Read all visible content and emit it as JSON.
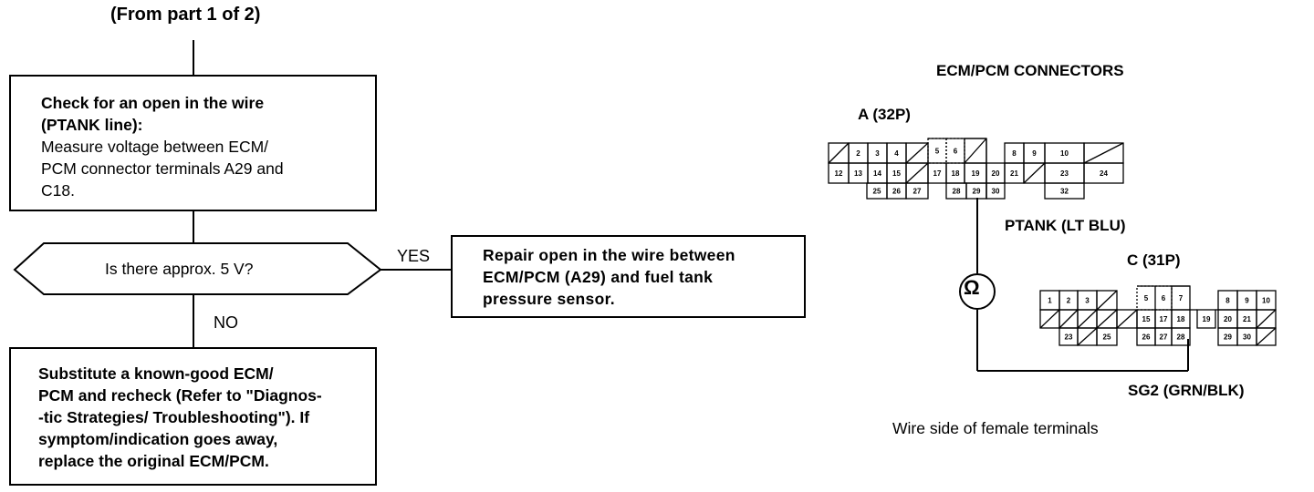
{
  "flowchart": {
    "from_label": "(From part 1 of 2)",
    "check_box": {
      "lines": [
        "Check for an open in the wire",
        "(PTANK line):",
        "Measure voltage between ECM/",
        "PCM connector terminals A29 and",
        "C18."
      ]
    },
    "decision": {
      "question": "Is there approx. 5 V?",
      "yes_label": "YES",
      "no_label": "NO"
    },
    "repair_box": {
      "lines": [
        "Repair open in the wire between",
        "ECM/PCM (A29) and fuel tank",
        "pressure sensor."
      ]
    },
    "substitute_box": {
      "lines": [
        "Substitute a known-good ECM/",
        "PCM and recheck (Refer to \"Diagnos-",
        "-tic Strategies/ Troubleshooting\"). If",
        "symptom/indication goes away,",
        "replace the original ECM/PCM."
      ]
    }
  },
  "connectors": {
    "title": "ECM/PCM CONNECTORS",
    "connector_a_label": "A (32P)",
    "connector_c_label": "C (31P)",
    "ptank_label": "PTANK (LT BLU)",
    "sg2_label": "SG2 (GRN/BLK)",
    "meter_symbol": "Ω",
    "footer": "Wire side of female terminals",
    "connector_a_pins": [
      "2",
      "3",
      "4",
      "5",
      "6",
      "8",
      "9",
      "10",
      "12",
      "13",
      "14",
      "15",
      "17",
      "18",
      "19",
      "20",
      "21",
      "23",
      "24",
      "25",
      "26",
      "27",
      "28",
      "29",
      "30",
      "32"
    ],
    "connector_c_pins": [
      "1",
      "2",
      "3",
      "5",
      "6",
      "7",
      "8",
      "9",
      "10",
      "15",
      "17",
      "18",
      "19",
      "20",
      "21",
      "23",
      "25",
      "26",
      "27",
      "28",
      "29",
      "30"
    ]
  },
  "colors": {
    "line": "#000000",
    "background": "#ffffff"
  }
}
